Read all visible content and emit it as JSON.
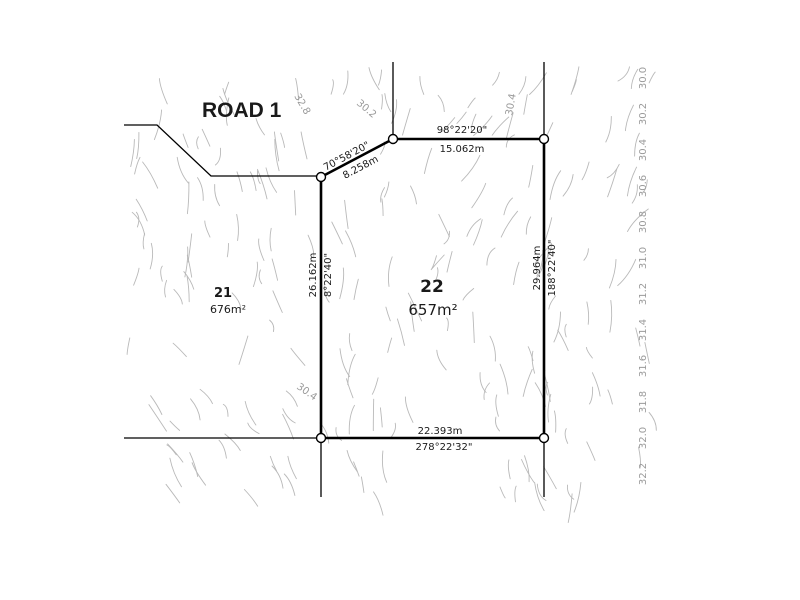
{
  "road": {
    "name": "ROAD 1"
  },
  "lots": {
    "main": {
      "number": "22",
      "area": "657m²"
    },
    "side": {
      "number": "21",
      "area": "676m²"
    }
  },
  "dimensions": {
    "corner_angle": "70°58'20\"",
    "corner_length": "8.258m",
    "top_bearing": "98°22'20\"",
    "top_length": "15.062m",
    "left_length": "26.162m",
    "left_bearing": "8°22'40\"",
    "right_length": "29.964m",
    "right_bearing": "188°22'40\"",
    "bottom_length": "22.393m",
    "bottom_bearing": "278°22'32\""
  },
  "contours": {
    "right_edge_labels": [
      "30.0",
      "30.2",
      "30.4",
      "30.6",
      "30.8",
      "31.0",
      "31.2",
      "31.4",
      "31.6",
      "31.8",
      "32.0",
      "32.2"
    ],
    "top_labels": [
      "32.8",
      "30.4"
    ],
    "small_labels": [
      "30.2",
      "30.4"
    ]
  },
  "colors": {
    "boundary": "#000000",
    "contour": "#b9b9b9",
    "background": "#ffffff"
  }
}
